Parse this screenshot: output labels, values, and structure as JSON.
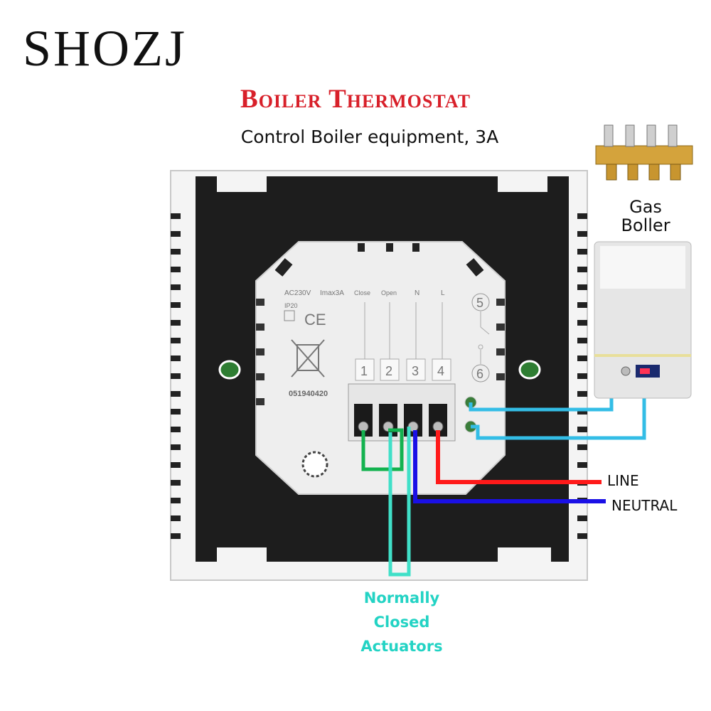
{
  "brand": {
    "logo_text": "SHOZJ"
  },
  "header": {
    "title": "Boiler Thermostat",
    "subtitle": "Control Boiler equipment, 3A"
  },
  "device": {
    "rating_voltage": "AC230V",
    "rating_current": "Imax3A",
    "ip_rating": "IP20",
    "ce_mark": "CE",
    "serial": "051940420",
    "terminal_labels": [
      "Close",
      "Open",
      "N",
      "L"
    ],
    "terminal_numbers": [
      "1",
      "2",
      "3",
      "4"
    ],
    "dry_contacts": [
      "5",
      "6"
    ]
  },
  "boiler": {
    "label_line1": "Gas",
    "label_line2": "Boller"
  },
  "wires": {
    "line_label": "LINE",
    "neutral_label": "NEUTRAL",
    "actuator_line1": "Normally",
    "actuator_line2": "Closed",
    "actuator_line3": "Actuators",
    "colors": {
      "line": "#ff1a1a",
      "neutral": "#1a10e6",
      "actuator": "#13b24f",
      "boiler": "#33bde6",
      "actuator_common": "#40e0c8"
    }
  }
}
